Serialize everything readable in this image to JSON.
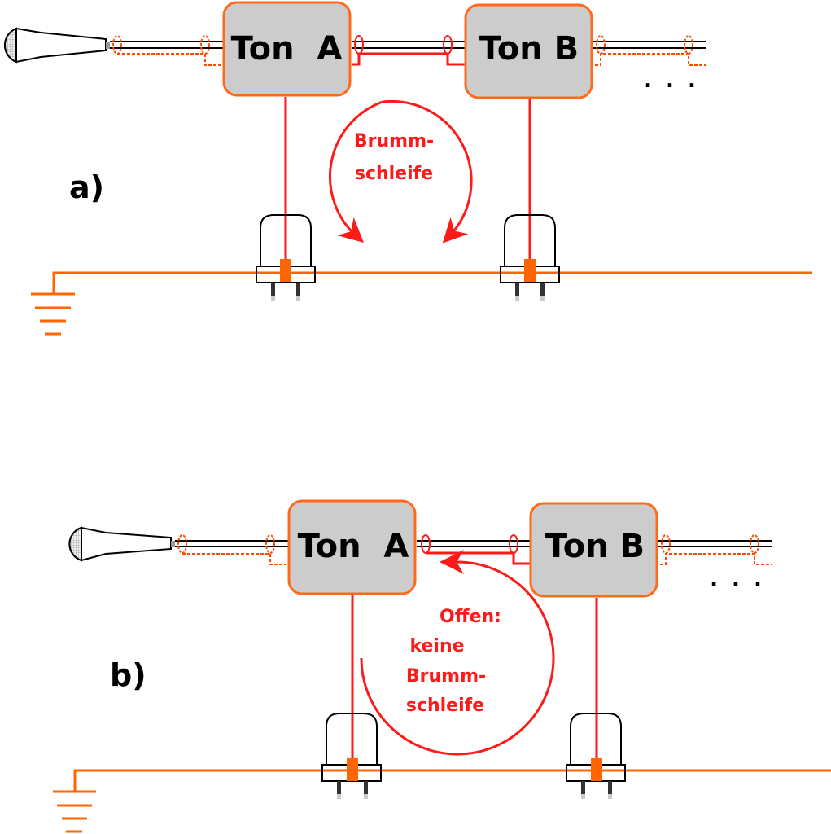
{
  "colors": {
    "mains_ground": "#ff6600",
    "loop_red": "#ff1a1a",
    "box_fill": "#cccccc",
    "box_border": "#ff6a1a",
    "cable": "#000000",
    "shield_dashed": "#ff4a00"
  },
  "panels": [
    {
      "id": "a",
      "label": "a)",
      "device_a": {
        "label": "Ton  A"
      },
      "device_b": {
        "label": "Ton B"
      },
      "annotation": [
        "Brumm-",
        "schleife"
      ],
      "continuation": ". . ."
    },
    {
      "id": "b",
      "label": "b)",
      "device_a": {
        "label": "Ton  A"
      },
      "device_b": {
        "label": "Ton B"
      },
      "annotation": [
        "Offen:",
        "keine",
        "Brumm-",
        "schleife"
      ],
      "continuation": ". . ."
    }
  ],
  "icons": {
    "microphone": "microphone-icon",
    "ground": "ground-symbol-icon",
    "plug": "mains-plug-icon"
  }
}
